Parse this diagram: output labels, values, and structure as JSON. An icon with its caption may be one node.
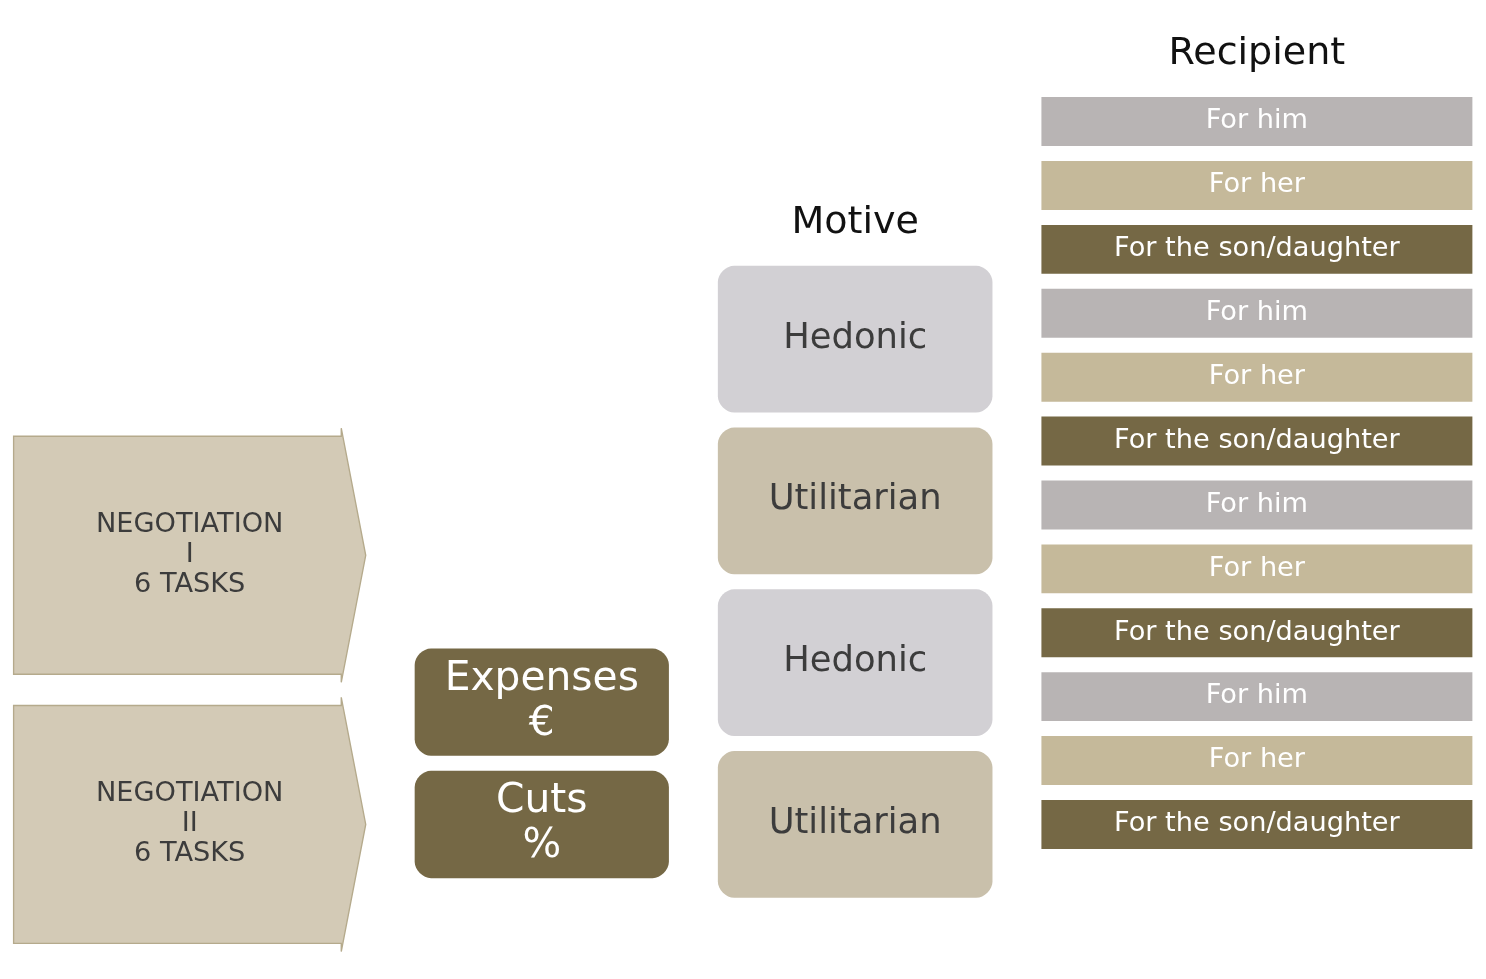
{
  "diagram": {
    "nodes": [
      {
        "text": [
          "NEGOTIATION I 6 TASKS"
        ]
      },
      {
        "text": [
          "Expenses €"
        ]
      },
      {
        "text": [
          "Hedonic"
        ]
      },
      {
        "text": [
          "For him"
        ]
      },
      {
        "text": [
          "For her"
        ]
      },
      {
        "text": [
          "For the son/daughter"
        ]
      },
      {
        "text": [
          "Utilitarian"
        ]
      },
      {
        "text": [
          "For him"
        ]
      },
      {
        "text": [
          "For her"
        ]
      },
      {
        "text": [
          "For the son/daughter"
        ]
      },
      {
        "text": [
          "NEGOTIATION II 6 TASKS"
        ]
      },
      {
        "text": [
          "Cuts %"
        ]
      },
      {
        "text": [
          "Hedonic"
        ]
      },
      {
        "text": [
          "For him"
        ]
      },
      {
        "text": [
          "For her"
        ]
      },
      {
        "text": [
          "For the son/daughter"
        ]
      },
      {
        "text": [
          "Utilitarian"
        ]
      },
      {
        "text": [
          "For him"
        ]
      },
      {
        "text": [
          "For her"
        ]
      },
      {
        "text": [
          "For the son/daughter"
        ]
      }
    ],
    "edges": [],
    "labels": [
      "Motive",
      "Recipient"
    ]
  }
}
